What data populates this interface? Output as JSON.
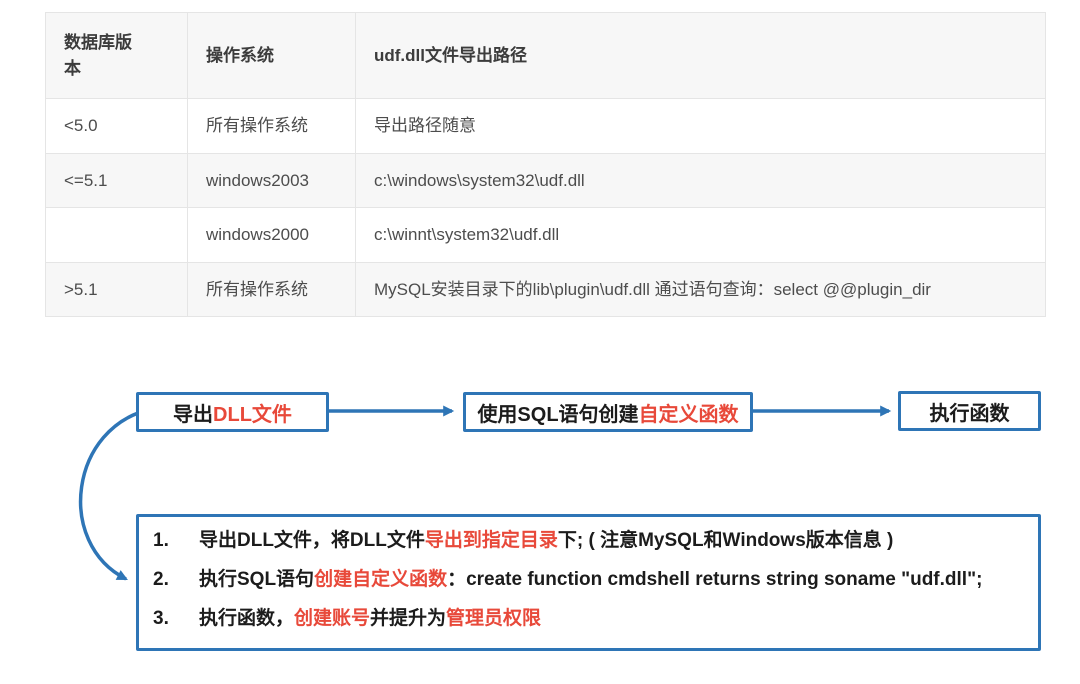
{
  "colors": {
    "accent_blue": "#2e75b6",
    "highlight_red": "#e8493a",
    "ink": "#1c1c1c",
    "table_text": "#4d4d4d",
    "header_text": "#3c3c3c",
    "table_border": "#e5e5e5",
    "row_stripe": "#f7f7f7"
  },
  "table": {
    "headers": [
      "数据库版本",
      "操作系统",
      "udf.dll文件导出路径"
    ],
    "rows": [
      [
        "<5.0",
        "所有操作系统",
        "导出路径随意"
      ],
      [
        "<=5.1",
        "windows2003",
        "c:\\windows\\system32\\udf.dll"
      ],
      [
        "",
        "windows2000",
        "c:\\winnt\\system32\\udf.dll"
      ],
      [
        ">5.1",
        "所有操作系统",
        "MySQL安装目录下的lib\\plugin\\udf.dll 通过语句查询：select @@plugin_dir"
      ]
    ]
  },
  "flowchart": {
    "boxes": [
      {
        "segments": [
          {
            "t": "导出",
            "c": "dark"
          },
          {
            "t": "DLL文件",
            "c": "red"
          }
        ]
      },
      {
        "segments": [
          {
            "t": "使用SQL语句创建",
            "c": "dark"
          },
          {
            "t": "自定义函数",
            "c": "red"
          }
        ]
      },
      {
        "segments": [
          {
            "t": "执行函数",
            "c": "dark"
          }
        ]
      }
    ],
    "steps": [
      {
        "num": "1.",
        "segments": [
          {
            "t": "导出DLL文件，将DLL文件",
            "c": "dark"
          },
          {
            "t": "导出到指定目录",
            "c": "red"
          },
          {
            "t": "下; ( 注意MySQL和Windows版本信息 )",
            "c": "dark"
          }
        ]
      },
      {
        "num": "2.",
        "segments": [
          {
            "t": "执行SQL语句",
            "c": "dark"
          },
          {
            "t": "创建自定义函数",
            "c": "red"
          },
          {
            "t": "：create function cmdshell returns string soname \"udf.dll\";",
            "c": "dark"
          }
        ]
      },
      {
        "num": "3.",
        "segments": [
          {
            "t": "执行函数，",
            "c": "dark"
          },
          {
            "t": "创建账号",
            "c": "red"
          },
          {
            "t": "并提升为",
            "c": "dark"
          },
          {
            "t": "管理员权限",
            "c": "red"
          }
        ]
      }
    ]
  }
}
